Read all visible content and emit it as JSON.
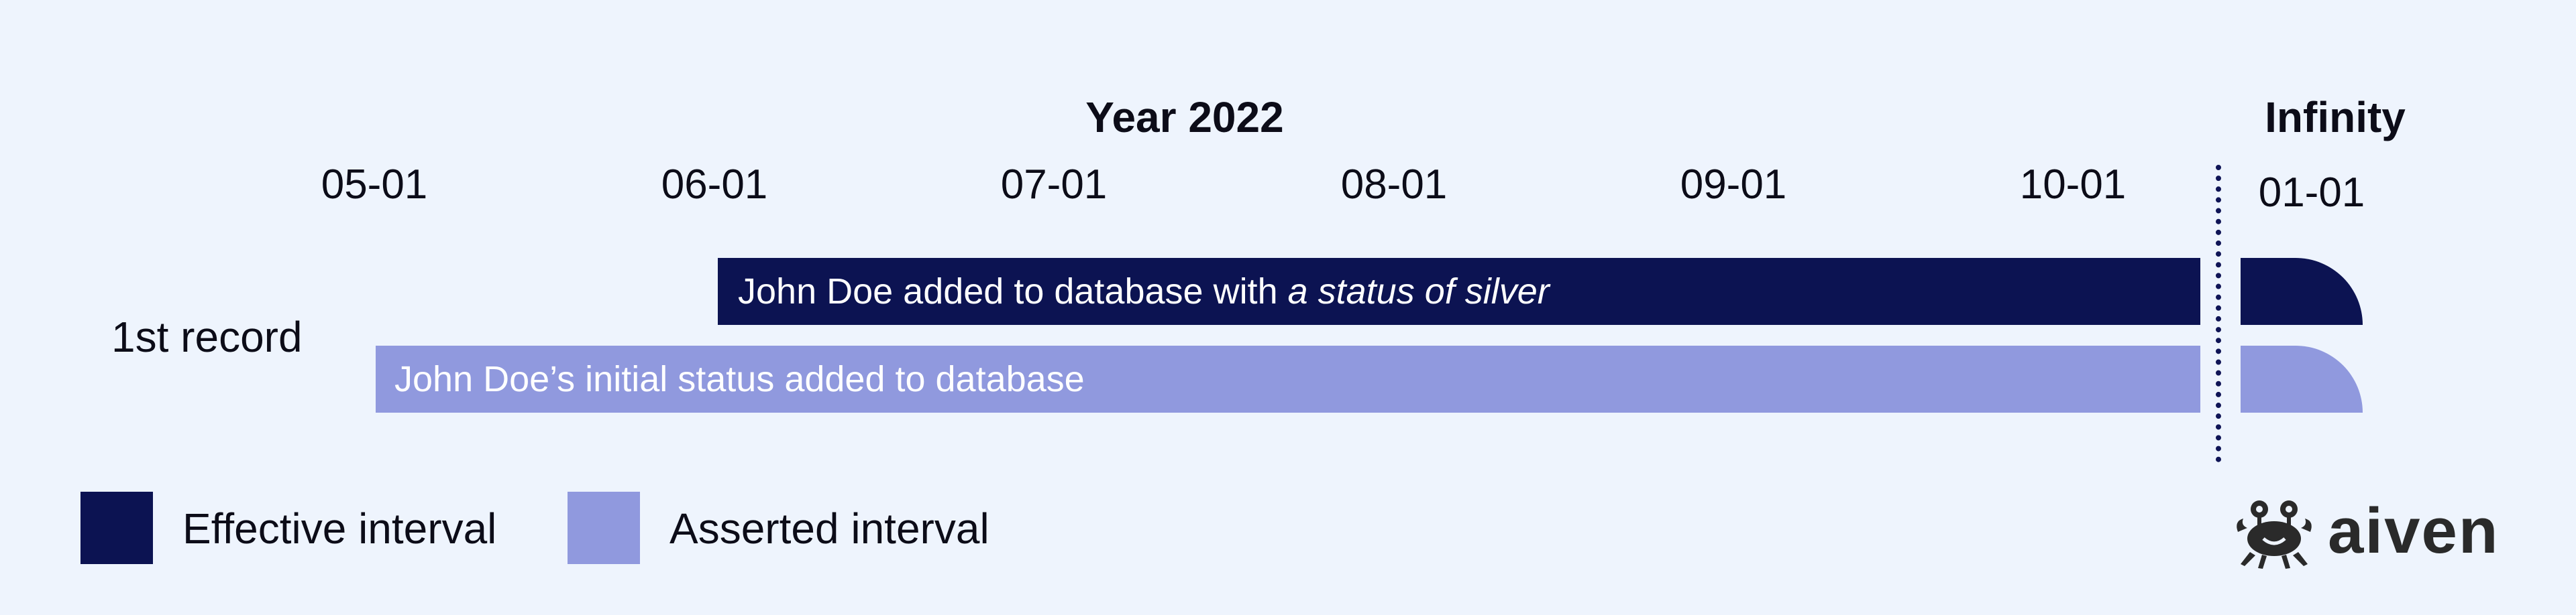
{
  "header": {
    "year_label": "Year 2022",
    "infinity_label": "Infinity"
  },
  "axis": {
    "ticks": [
      "05-01",
      "06-01",
      "07-01",
      "08-01",
      "09-01",
      "10-01"
    ],
    "infinity_tick": "01-01"
  },
  "rows": [
    {
      "label": "1st record",
      "effective": {
        "text_plain": "John Doe added to database with ",
        "text_italic": "a status of silver",
        "start": "06-01",
        "end": "Infinity"
      },
      "asserted": {
        "text": "John Doe’s initial status added to database",
        "start": "05-01",
        "end": "Infinity"
      }
    }
  ],
  "legend": {
    "effective_label": "Effective interval",
    "asserted_label": "Asserted interval"
  },
  "colors": {
    "effective": "#0c1352",
    "asserted": "#9099de",
    "background": "#eef4fd"
  },
  "logo": {
    "text": "aiven",
    "icon": "crab-icon"
  }
}
